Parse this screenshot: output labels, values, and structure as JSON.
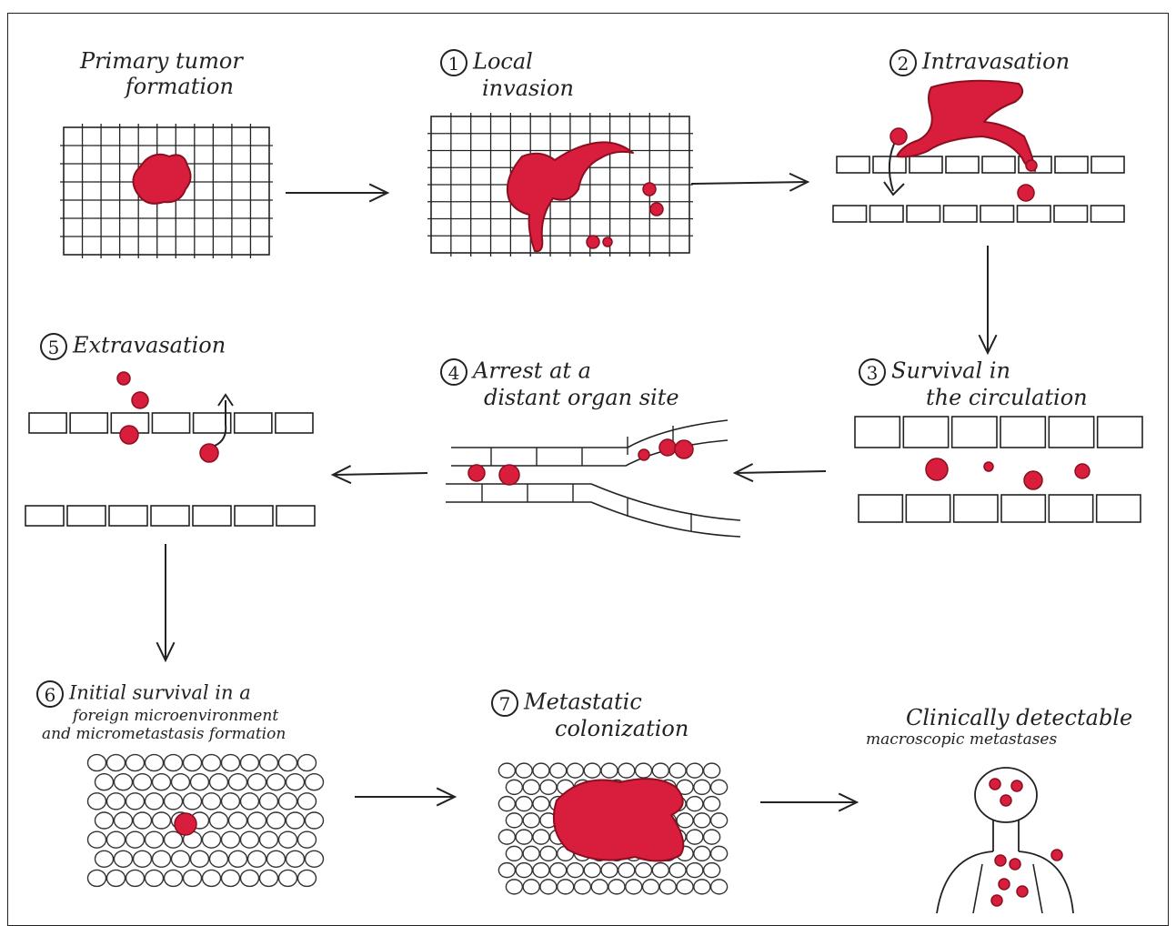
{
  "colors": {
    "ink": "#222222",
    "cell": "#d81e3c",
    "cell_dark": "#8a1020",
    "paper": "#ffffff"
  },
  "steps": [
    {
      "id": "primary",
      "number": "",
      "lines": [
        "Primary tumor",
        "formation"
      ]
    },
    {
      "id": "s1",
      "number": "1",
      "lines": [
        "Local",
        "invasion"
      ]
    },
    {
      "id": "s2",
      "number": "2",
      "lines": [
        "Intravasation"
      ]
    },
    {
      "id": "s3",
      "number": "3",
      "lines": [
        "Survival in",
        "the circulation"
      ]
    },
    {
      "id": "s4",
      "number": "4",
      "lines": [
        "Arrest at a",
        "distant organ site"
      ]
    },
    {
      "id": "s5",
      "number": "5",
      "lines": [
        "Extravasation"
      ]
    },
    {
      "id": "s6",
      "number": "6",
      "lines": [
        "Initial survival in a",
        "foreign microenvironment",
        "and micrometastasis formation"
      ]
    },
    {
      "id": "s7",
      "number": "7",
      "lines": [
        "Metastatic",
        "colonization"
      ]
    },
    {
      "id": "final",
      "number": "",
      "lines": [
        "Clinically detectable",
        "macroscopic metastases"
      ]
    }
  ]
}
